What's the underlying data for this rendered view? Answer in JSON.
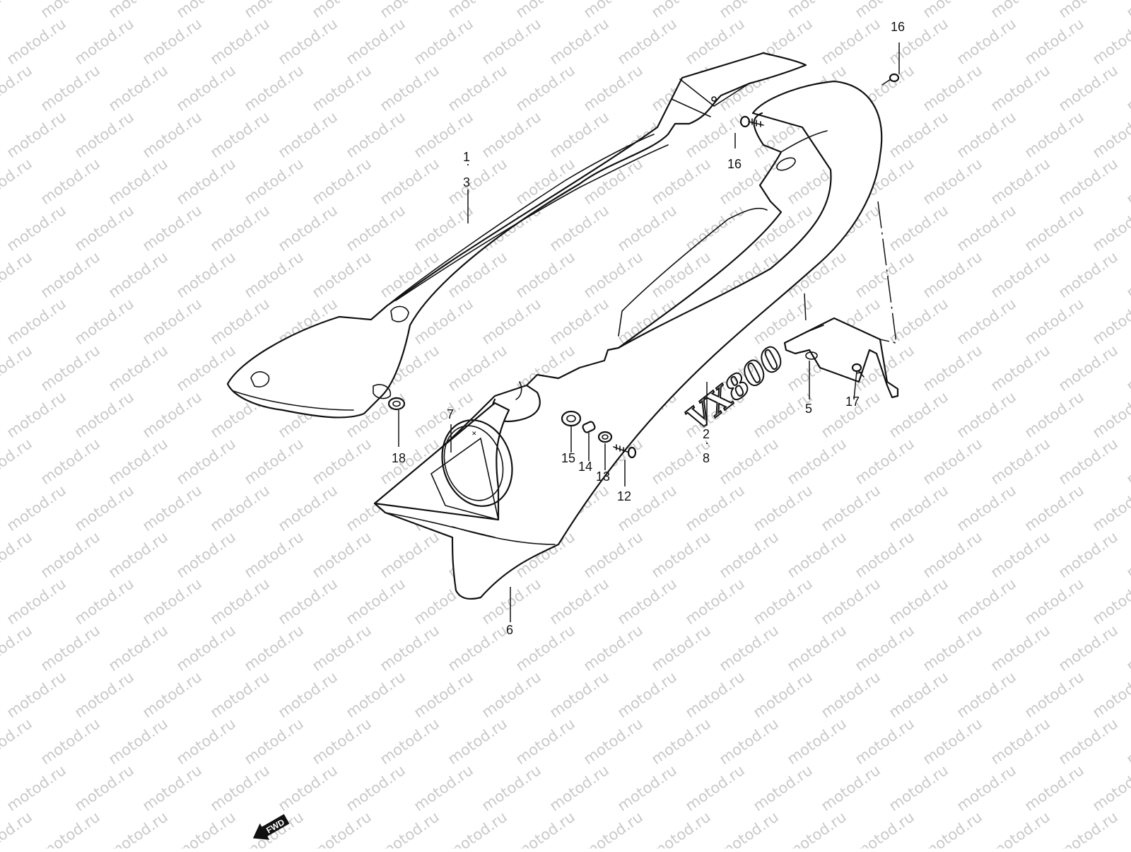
{
  "watermark": {
    "text": "motod.ru"
  },
  "emblem": {
    "text": "VX800"
  },
  "direction_label": "FWD",
  "callouts": {
    "c1": "1",
    "c3": "3",
    "c16_top": "16",
    "c16_mid": "16",
    "c2": "2",
    "c8": "8",
    "c5": "5",
    "c17": "17",
    "c7": "7",
    "c18": "18",
    "c15": "15",
    "c14": "14",
    "c13": "13",
    "c12": "12",
    "c6": "6"
  }
}
